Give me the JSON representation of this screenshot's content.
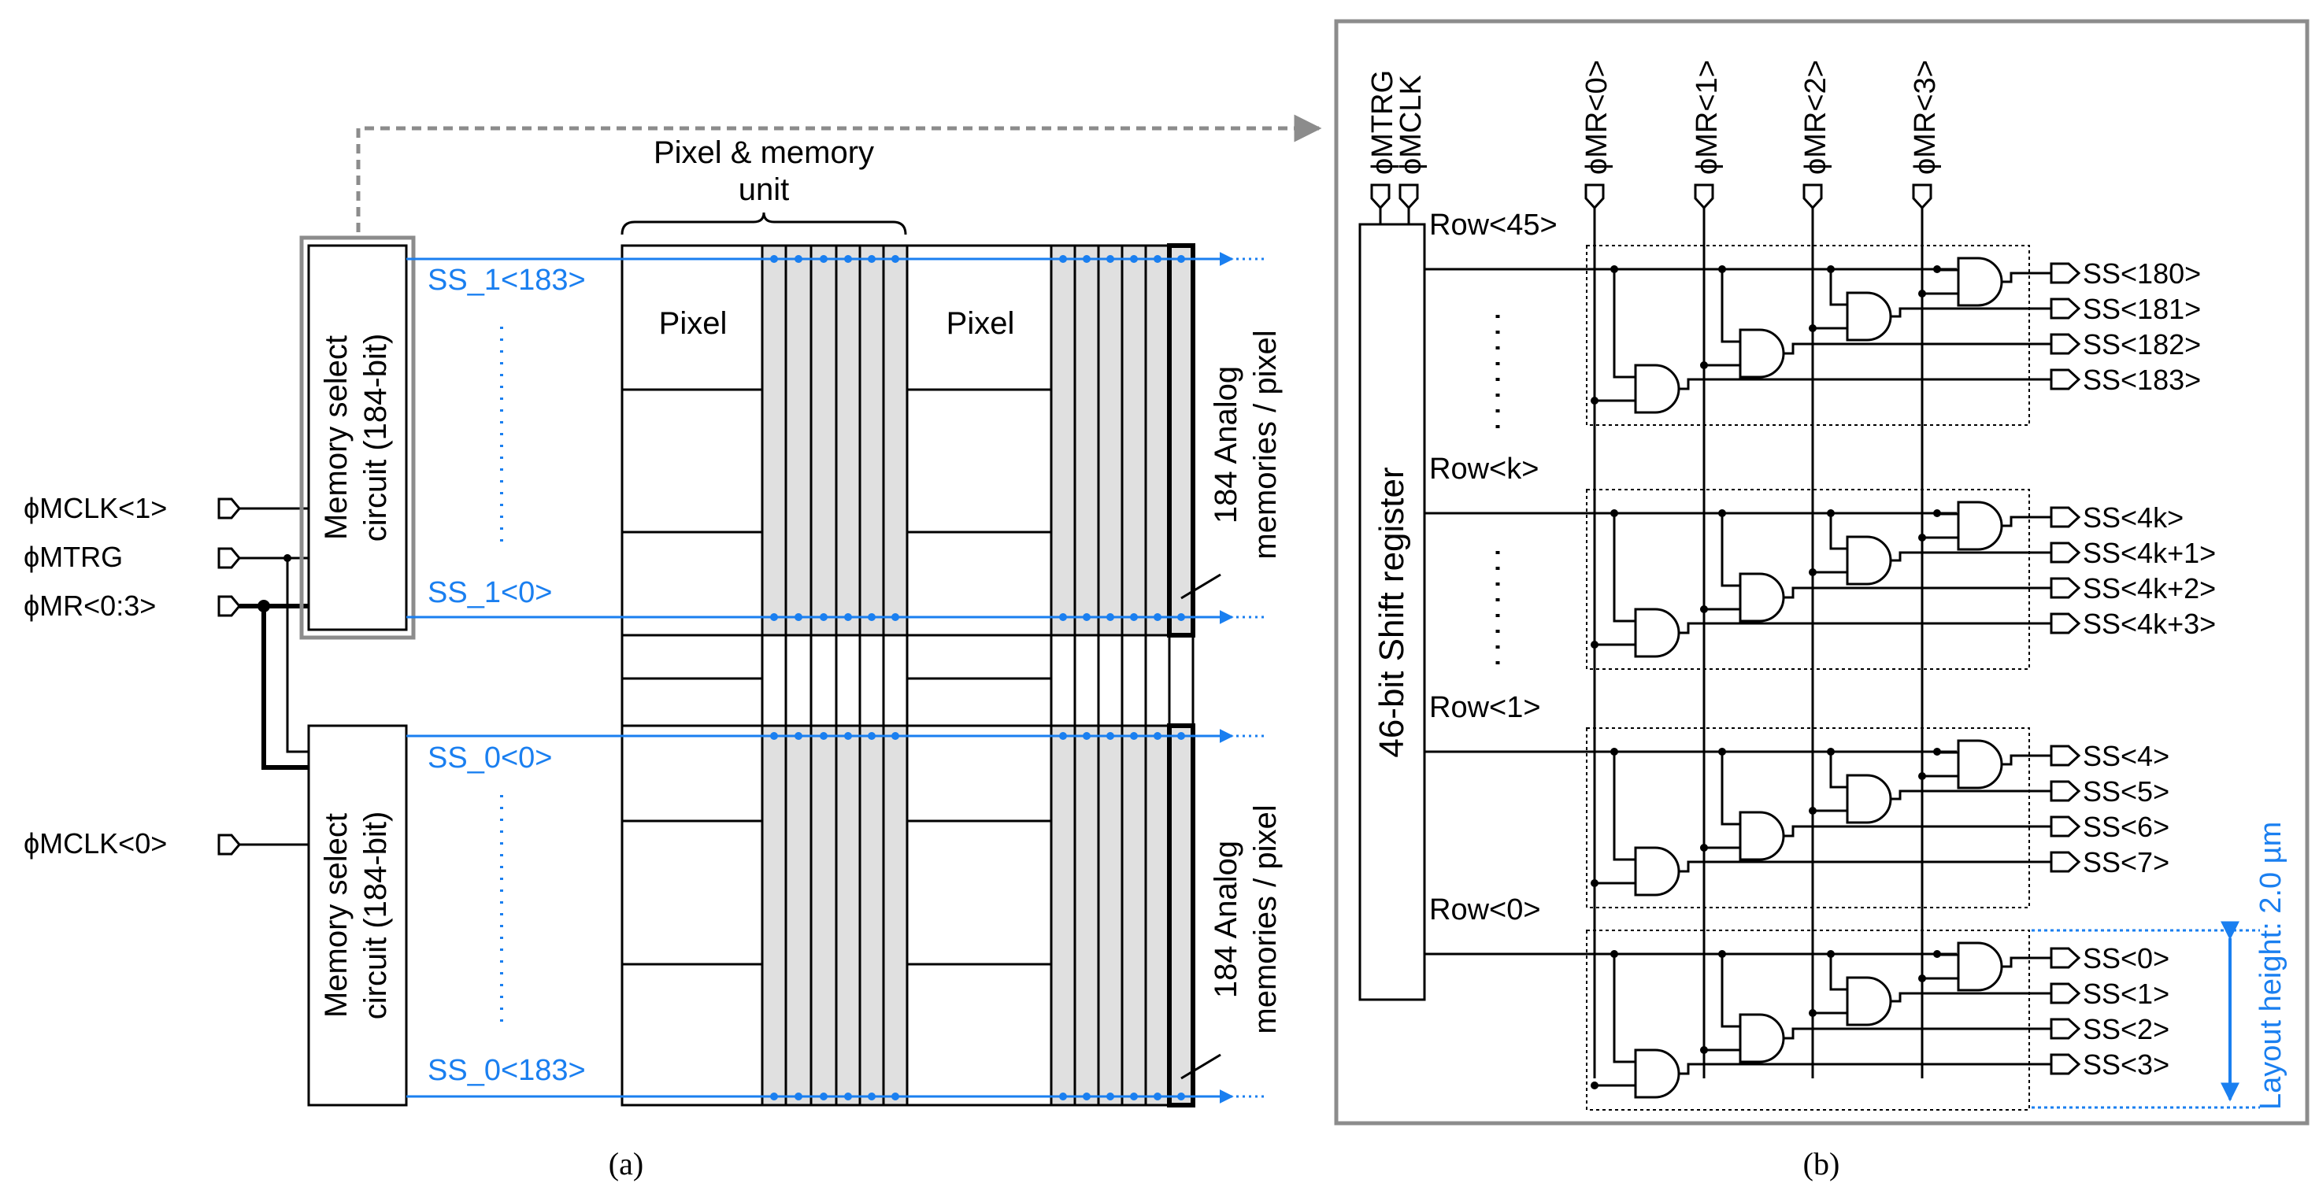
{
  "panel_a": {
    "caption": "(a)",
    "inputs": {
      "mclk1": "ϕMCLK<1>",
      "mtrg": "ϕMTRG",
      "mr": "ϕMR<0:3>",
      "mclk0": "ϕMCLK<0>"
    },
    "memory_select_top": {
      "line1": "Memory select",
      "line2": "circuit (184-bit)"
    },
    "memory_select_bottom": {
      "line1": "Memory select",
      "line2": "circuit (184-bit)"
    },
    "signals": {
      "ss1_top": "SS_1<183>",
      "ss1_bottom": "SS_1<0>",
      "ss0_top": "SS_0<0>",
      "ss0_bottom": "SS_0<183>"
    },
    "unit_label": {
      "line1": "Pixel & memory",
      "line2": "unit"
    },
    "pixel_labels": [
      "Pixel",
      "Pixel"
    ],
    "analog_top": {
      "line1": "184 Analog",
      "line2": "memories / pixel"
    },
    "analog_bottom": {
      "line1": "184 Analog",
      "line2": "memories / pixel"
    }
  },
  "panel_b": {
    "caption": "(b)",
    "top_inputs": [
      "ϕMTRG",
      "ϕMCLK",
      "ϕMR<0>",
      "ϕMR<1>",
      "ϕMR<2>",
      "ϕMR<3>"
    ],
    "shift_register": "46-bit Shift register",
    "rows": [
      {
        "label": "Row<45>",
        "outputs": [
          "SS<183>",
          "SS<182>",
          "SS<181>",
          "SS<180>"
        ]
      },
      {
        "label": "Row<k>",
        "outputs": [
          "SS<4k+3>",
          "SS<4k+2>",
          "SS<4k+1>",
          "SS<4k>"
        ]
      },
      {
        "label": "Row<1>",
        "outputs": [
          "SS<7>",
          "SS<6>",
          "SS<5>",
          "SS<4>"
        ]
      },
      {
        "label": "Row<0>",
        "outputs": [
          "SS<3>",
          "SS<2>",
          "SS<1>",
          "SS<0>"
        ]
      }
    ],
    "layout_height": "Layout height: 2.0 µm"
  },
  "colors": {
    "accent": "#1a7ff0",
    "frame": "#8c8c8c",
    "memory_fill": "#e0e0e0"
  }
}
